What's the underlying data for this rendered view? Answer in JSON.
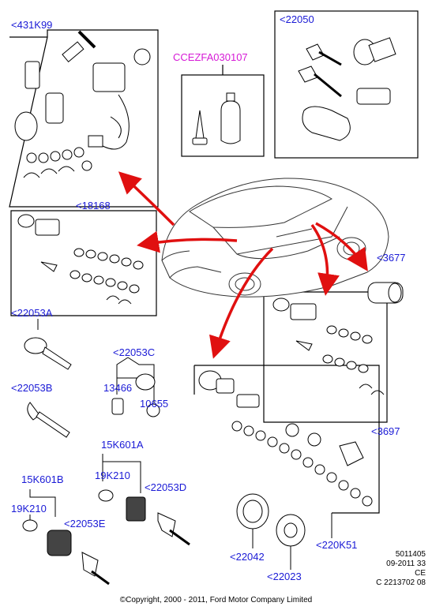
{
  "colors": {
    "callout": "#1a1ad6",
    "accent_callout": "#d61ad6",
    "arrow": "#e01010",
    "line": "#000000"
  },
  "callouts": {
    "p431k99": "<431K99",
    "cceza": "CCEZFA030107",
    "p22050": "<22050",
    "p18168": "<18168",
    "p3677": "<3677",
    "p22053a": "<22053A",
    "p22053c": "<22053C",
    "p13466": "13466",
    "p10655": "10655",
    "p22053b": "<22053B",
    "p3697": "<3697",
    "p15k601a": "15K601A",
    "p19k210a": "19K210",
    "p22053d": "<22053D",
    "p15k601b": "15K601B",
    "p19k210b": "19K210",
    "p22053e": "<22053E",
    "p22042": "<22042",
    "p220k51": "<220K51",
    "p22023": "<22023"
  },
  "info": {
    "line1": "5011405",
    "line2": "09-2011 33",
    "line3": "CE",
    "line4": "C 2213702 08"
  },
  "copyright": "©Copyright, 2000 - 2011, Ford Motor Company Limited"
}
